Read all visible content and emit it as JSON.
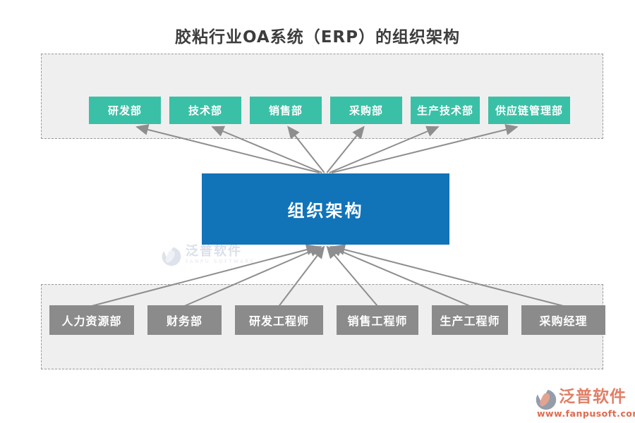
{
  "title": "胶粘行业OA系统（ERP）的组织架构",
  "center": {
    "label": "组织架构"
  },
  "top_departments": {
    "items": [
      {
        "label": "研发部"
      },
      {
        "label": "技术部"
      },
      {
        "label": "销售部"
      },
      {
        "label": "采购部"
      },
      {
        "label": "生产技术部"
      },
      {
        "label": "供应链管理部"
      }
    ]
  },
  "bottom_roles": {
    "items": [
      {
        "label": "人力资源部"
      },
      {
        "label": "财务部"
      },
      {
        "label": "研发工程师"
      },
      {
        "label": "销售工程师"
      },
      {
        "label": "生产工程师"
      },
      {
        "label": "采购经理"
      }
    ]
  },
  "watermark": {
    "brand": "泛普软件",
    "tagline": "FANPU SOFTWARE"
  },
  "footer": {
    "brand": "泛普软件",
    "website": "www.fanpusoft.com"
  },
  "colors": {
    "department": "#3ac0a6",
    "role": "#8b8b8b",
    "center": "#1173b8",
    "arrow": "#8e8e8e",
    "panel_bg": "#efefef",
    "title_text": "#3d3d3d",
    "footer_brand": "#e07f66",
    "footer_url": "#df6a4e"
  }
}
